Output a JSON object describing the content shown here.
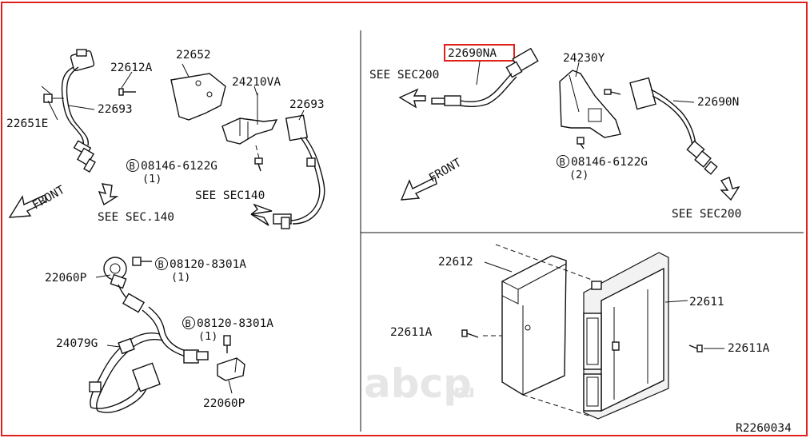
{
  "frame_color": "#e0201c",
  "highlight_color": "#e0201c",
  "watermark": {
    "text": "abcp",
    "suffix": ".ru",
    "color": "#e6e6e6"
  },
  "diagram_id": "R2260034",
  "top_left": {
    "labels": {
      "p22652": "22652",
      "p22612A": "22612A",
      "p24210VA": "24210VA",
      "p22693_left": "22693",
      "p22693_right": "22693",
      "p22651E": "22651E",
      "bolt": "08146-6122G",
      "bolt_qty": "(1)",
      "see_sec140_a": "SEE SEC140",
      "see_sec140_b": "SEE SEC.140",
      "front": "FRONT"
    },
    "bolt_marker": "B"
  },
  "top_right": {
    "labels": {
      "p22690NA": "22690NA",
      "see_sec200_a": "SEE SEC200",
      "p24230Y": "24230Y",
      "p22690N": "22690N",
      "bolt": "08146-6122G",
      "bolt_qty": "(2)",
      "see_sec200_b": "SEE SEC200",
      "front": "FRONT"
    },
    "bolt_marker": "B"
  },
  "bottom_left": {
    "labels": {
      "bolt_a": "08120-8301A",
      "bolt_a_qty": "(1)",
      "p22060P_a": "22060P",
      "bolt_b": "08120-8301A",
      "bolt_b_qty": "(1)",
      "p24079G": "24079G",
      "p22060P_b": "22060P"
    },
    "bolt_marker": "B"
  },
  "bottom_right": {
    "labels": {
      "p22612": "22612",
      "p22611": "22611",
      "p22611A_left": "22611A",
      "p22611A_right": "22611A"
    }
  }
}
